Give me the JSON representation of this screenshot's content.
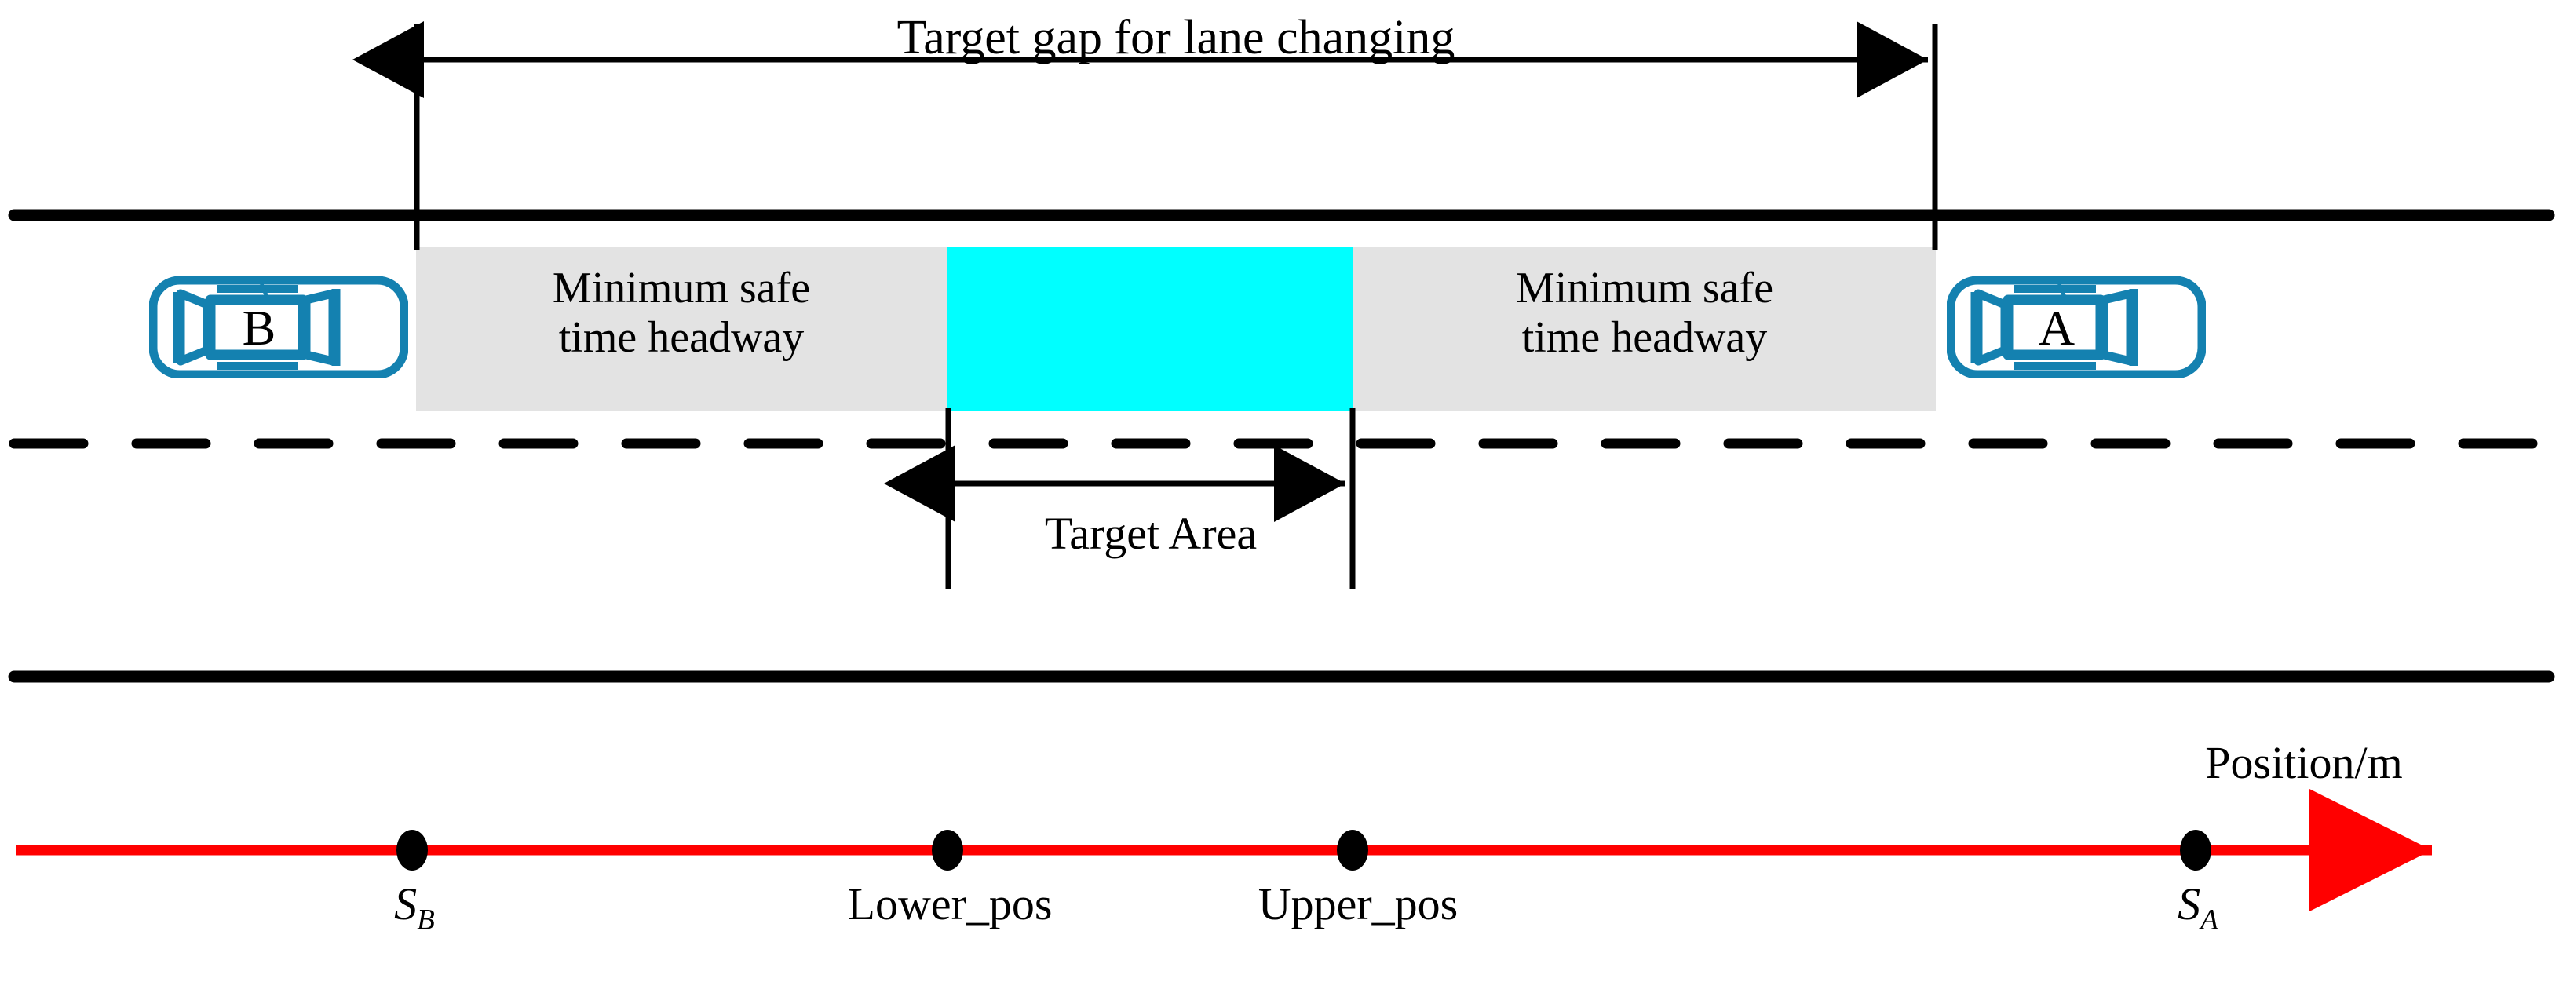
{
  "diagram": {
    "title": "Target gap for lane changing",
    "road": {
      "top_edge_line": "solid-road-edge",
      "lane_divider": "dashed-lane-divider",
      "bottom_edge_line": "solid-road-edge"
    },
    "vehicles": [
      {
        "id": "vehicle-b",
        "label": "B",
        "role": "following-vehicle",
        "color": "#1481b0"
      },
      {
        "id": "vehicle-a",
        "label": "A",
        "role": "leading-vehicle",
        "color": "#1481b0"
      }
    ],
    "bands": [
      {
        "id": "headway-left",
        "label": "Minimum safe\ntime headway",
        "line1": "Minimum safe",
        "line2": "time headway",
        "color": "#e3e3e3"
      },
      {
        "id": "target-area-box",
        "label": "",
        "color": "#00ffff"
      },
      {
        "id": "headway-right",
        "label": "Minimum safe\ntime headway",
        "line1": "Minimum safe",
        "line2": "time headway",
        "color": "#e3e3e3"
      }
    ],
    "measures": [
      {
        "id": "target-gap-measure",
        "label": "Target gap for lane changing",
        "style": "double-headed-arrow"
      },
      {
        "id": "target-area-measure",
        "label": "Target Area",
        "style": "double-headed-arrow"
      }
    ],
    "axis": {
      "label": "Position/m",
      "color": "#ff0000",
      "direction": "right",
      "ticks": [
        {
          "id": "tick-sb",
          "label": "S",
          "sub": "B",
          "markup": "S_B"
        },
        {
          "id": "tick-lower-pos",
          "label": "Lower_pos",
          "sub": "",
          "markup": "Lower_pos"
        },
        {
          "id": "tick-upper-pos",
          "label": "Upper_pos",
          "sub": "",
          "markup": "Upper_pos"
        },
        {
          "id": "tick-sa",
          "label": "S",
          "sub": "A",
          "markup": "S_A"
        }
      ]
    },
    "colors": {
      "road": "#000000",
      "band_gray": "#e3e3e3",
      "target_cyan": "#00ffff",
      "vehicle_blue": "#1481b0",
      "axis_red": "#ff0000"
    }
  }
}
